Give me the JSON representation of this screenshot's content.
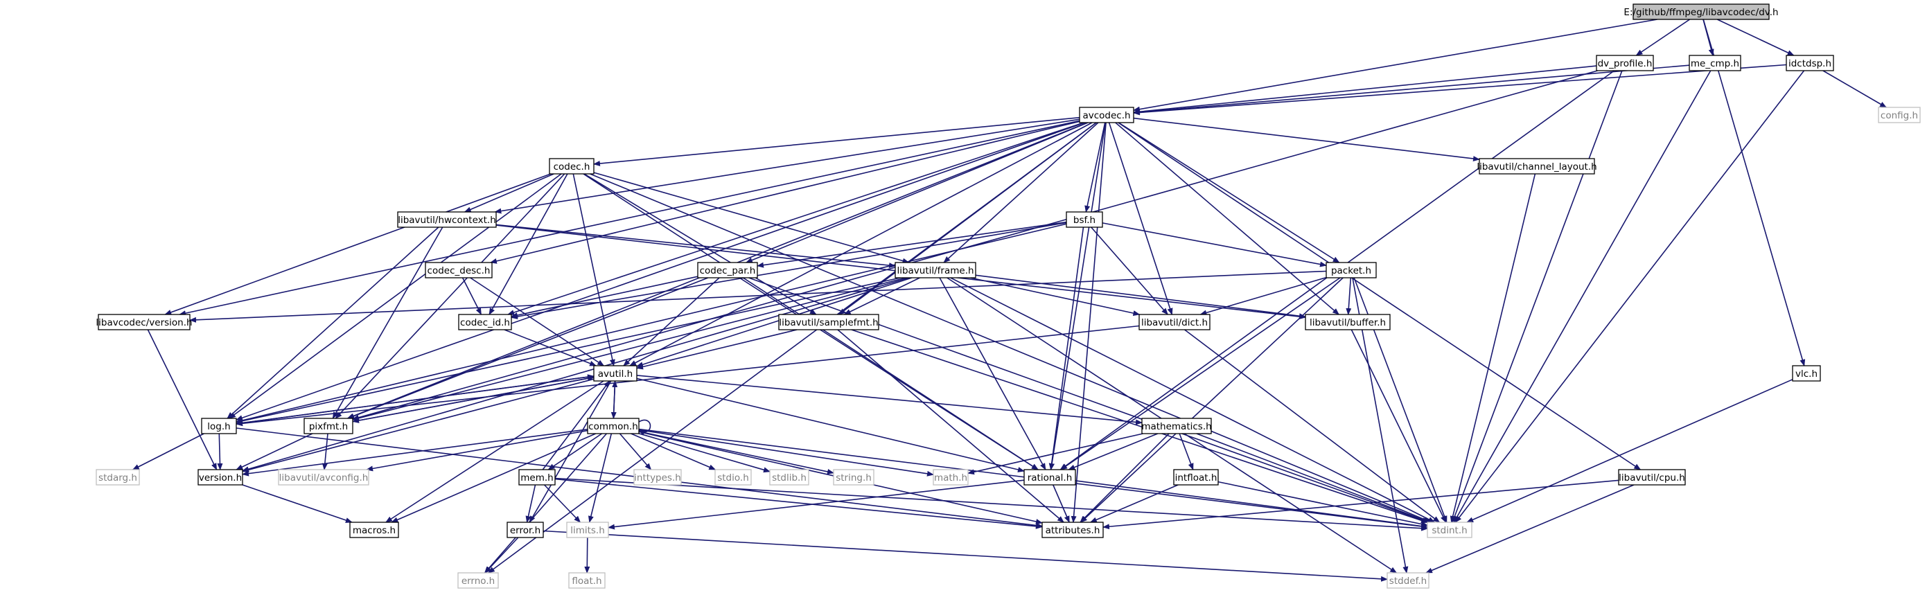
{
  "colors": {
    "edge": "#191970",
    "node_border": "#000000",
    "external_border": "#bfbfbf",
    "external_text": "#7f7f7f",
    "root_fill": "#bfbfbf",
    "node_fill": "#ffffff",
    "text": "#000000"
  },
  "root": "E:/github/ffmpeg/libavcodec/dv.h",
  "nodes": [
    {
      "id": "dv",
      "label": "E:/github/ffmpeg/libavcodec/dv.h",
      "kind": "root"
    },
    {
      "id": "dv_profile",
      "label": "dv_profile.h",
      "kind": "doc"
    },
    {
      "id": "me_cmp",
      "label": "me_cmp.h",
      "kind": "doc"
    },
    {
      "id": "idctdsp",
      "label": "idctdsp.h",
      "kind": "doc"
    },
    {
      "id": "config",
      "label": "config.h",
      "kind": "ext"
    },
    {
      "id": "avcodec",
      "label": "avcodec.h",
      "kind": "doc"
    },
    {
      "id": "codec",
      "label": "codec.h",
      "kind": "doc"
    },
    {
      "id": "channel_layout",
      "label": "libavutil/channel_layout.h",
      "kind": "doc"
    },
    {
      "id": "hwcontext",
      "label": "libavutil/hwcontext.h",
      "kind": "doc"
    },
    {
      "id": "bsf",
      "label": "bsf.h",
      "kind": "doc"
    },
    {
      "id": "codec_desc",
      "label": "codec_desc.h",
      "kind": "doc"
    },
    {
      "id": "codec_par",
      "label": "codec_par.h",
      "kind": "doc"
    },
    {
      "id": "frame",
      "label": "libavutil/frame.h",
      "kind": "doc"
    },
    {
      "id": "packet",
      "label": "packet.h",
      "kind": "doc"
    },
    {
      "id": "lavc_version",
      "label": "libavcodec/version.h",
      "kind": "doc"
    },
    {
      "id": "codec_id",
      "label": "codec_id.h",
      "kind": "doc"
    },
    {
      "id": "samplefmt",
      "label": "libavutil/samplefmt.h",
      "kind": "doc"
    },
    {
      "id": "dict",
      "label": "libavutil/dict.h",
      "kind": "doc"
    },
    {
      "id": "buffer",
      "label": "libavutil/buffer.h",
      "kind": "doc"
    },
    {
      "id": "avutil",
      "label": "avutil.h",
      "kind": "doc"
    },
    {
      "id": "vlc",
      "label": "vlc.h",
      "kind": "doc"
    },
    {
      "id": "log",
      "label": "log.h",
      "kind": "doc"
    },
    {
      "id": "pixfmt",
      "label": "pixfmt.h",
      "kind": "doc"
    },
    {
      "id": "common",
      "label": "common.h",
      "kind": "doc"
    },
    {
      "id": "mathematics",
      "label": "mathematics.h",
      "kind": "doc"
    },
    {
      "id": "stdarg",
      "label": "stdarg.h",
      "kind": "ext"
    },
    {
      "id": "version",
      "label": "version.h",
      "kind": "doc"
    },
    {
      "id": "avconfig",
      "label": "libavutil/avconfig.h",
      "kind": "ext"
    },
    {
      "id": "mem",
      "label": "mem.h",
      "kind": "doc"
    },
    {
      "id": "inttypes",
      "label": "inttypes.h",
      "kind": "ext"
    },
    {
      "id": "stdio",
      "label": "stdio.h",
      "kind": "ext"
    },
    {
      "id": "stdlib",
      "label": "stdlib.h",
      "kind": "ext"
    },
    {
      "id": "string",
      "label": "string.h",
      "kind": "ext"
    },
    {
      "id": "math",
      "label": "math.h",
      "kind": "ext"
    },
    {
      "id": "rational",
      "label": "rational.h",
      "kind": "doc"
    },
    {
      "id": "intfloat",
      "label": "intfloat.h",
      "kind": "doc"
    },
    {
      "id": "cpu",
      "label": "libavutil/cpu.h",
      "kind": "doc"
    },
    {
      "id": "macros",
      "label": "macros.h",
      "kind": "doc"
    },
    {
      "id": "error",
      "label": "error.h",
      "kind": "doc"
    },
    {
      "id": "limits",
      "label": "limits.h",
      "kind": "ext"
    },
    {
      "id": "attributes",
      "label": "attributes.h",
      "kind": "doc"
    },
    {
      "id": "stdint",
      "label": "stdint.h",
      "kind": "ext"
    },
    {
      "id": "float",
      "label": "float.h",
      "kind": "ext"
    },
    {
      "id": "errno",
      "label": "errno.h",
      "kind": "ext"
    },
    {
      "id": "stddef",
      "label": "stddef.h",
      "kind": "ext"
    }
  ],
  "edges": [
    [
      "dv",
      "dv_profile"
    ],
    [
      "dv",
      "me_cmp"
    ],
    [
      "dv",
      "idctdsp"
    ],
    [
      "dv",
      "avcodec"
    ],
    [
      "dv",
      "vlc"
    ],
    [
      "dv_profile",
      "avcodec"
    ],
    [
      "dv_profile",
      "pixfmt"
    ],
    [
      "dv_profile",
      "rational"
    ],
    [
      "dv_profile",
      "stdint"
    ],
    [
      "me_cmp",
      "avcodec"
    ],
    [
      "me_cmp",
      "stdint"
    ],
    [
      "idctdsp",
      "avcodec"
    ],
    [
      "idctdsp",
      "config"
    ],
    [
      "idctdsp",
      "stdint"
    ],
    [
      "vlc",
      "stdint"
    ],
    [
      "avcodec",
      "codec"
    ],
    [
      "avcodec",
      "channel_layout"
    ],
    [
      "avcodec",
      "hwcontext"
    ],
    [
      "avcodec",
      "bsf"
    ],
    [
      "avcodec",
      "codec_desc"
    ],
    [
      "avcodec",
      "codec_par"
    ],
    [
      "avcodec",
      "frame"
    ],
    [
      "avcodec",
      "packet"
    ],
    [
      "avcodec",
      "lavc_version"
    ],
    [
      "avcodec",
      "codec_id"
    ],
    [
      "avcodec",
      "samplefmt"
    ],
    [
      "avcodec",
      "dict"
    ],
    [
      "avcodec",
      "buffer"
    ],
    [
      "avcodec",
      "avutil"
    ],
    [
      "avcodec",
      "log"
    ],
    [
      "avcodec",
      "pixfmt"
    ],
    [
      "avcodec",
      "rational"
    ],
    [
      "avcodec",
      "attributes"
    ],
    [
      "avcodec",
      "cpu"
    ],
    [
      "avcodec",
      "errno"
    ],
    [
      "codec",
      "hwcontext"
    ],
    [
      "codec",
      "frame"
    ],
    [
      "codec",
      "lavc_version"
    ],
    [
      "codec",
      "codec_id"
    ],
    [
      "codec",
      "samplefmt"
    ],
    [
      "codec",
      "avutil"
    ],
    [
      "codec",
      "log"
    ],
    [
      "codec",
      "pixfmt"
    ],
    [
      "codec",
      "rational"
    ],
    [
      "codec",
      "stdint"
    ],
    [
      "channel_layout",
      "stdint"
    ],
    [
      "hwcontext",
      "frame"
    ],
    [
      "hwcontext",
      "buffer"
    ],
    [
      "hwcontext",
      "log"
    ],
    [
      "hwcontext",
      "pixfmt"
    ],
    [
      "bsf",
      "codec_par"
    ],
    [
      "bsf",
      "codec_id"
    ],
    [
      "bsf",
      "packet"
    ],
    [
      "bsf",
      "dict"
    ],
    [
      "bsf",
      "log"
    ],
    [
      "bsf",
      "rational"
    ],
    [
      "codec_desc",
      "codec_id"
    ],
    [
      "codec_desc",
      "avutil"
    ],
    [
      "codec_par",
      "codec_id"
    ],
    [
      "codec_par",
      "avutil"
    ],
    [
      "codec_par",
      "pixfmt"
    ],
    [
      "codec_par",
      "rational"
    ],
    [
      "codec_par",
      "stdint"
    ],
    [
      "frame",
      "samplefmt"
    ],
    [
      "frame",
      "dict"
    ],
    [
      "frame",
      "buffer"
    ],
    [
      "frame",
      "avutil"
    ],
    [
      "frame",
      "log"
    ],
    [
      "frame",
      "pixfmt"
    ],
    [
      "frame",
      "rational"
    ],
    [
      "frame",
      "stdint"
    ],
    [
      "frame",
      "stddef"
    ],
    [
      "frame",
      "version"
    ],
    [
      "packet",
      "lavc_version"
    ],
    [
      "packet",
      "dict"
    ],
    [
      "packet",
      "buffer"
    ],
    [
      "packet",
      "rational"
    ],
    [
      "packet",
      "attributes"
    ],
    [
      "packet",
      "stdint"
    ],
    [
      "packet",
      "stddef"
    ],
    [
      "lavc_version",
      "version"
    ],
    [
      "codec_id",
      "avutil"
    ],
    [
      "samplefmt",
      "avutil"
    ],
    [
      "samplefmt",
      "attributes"
    ],
    [
      "samplefmt",
      "stdint"
    ],
    [
      "dict",
      "stdint"
    ],
    [
      "dict",
      "log"
    ],
    [
      "buffer",
      "stdint"
    ],
    [
      "avutil",
      "common"
    ],
    [
      "avutil",
      "mathematics"
    ],
    [
      "avutil",
      "rational"
    ],
    [
      "avutil",
      "log"
    ],
    [
      "avutil",
      "pixfmt"
    ],
    [
      "avutil",
      "version"
    ],
    [
      "avutil",
      "error"
    ],
    [
      "avutil",
      "macros"
    ],
    [
      "log",
      "stdarg"
    ],
    [
      "log",
      "version"
    ],
    [
      "log",
      "attributes"
    ],
    [
      "log",
      "avutil"
    ],
    [
      "pixfmt",
      "version"
    ],
    [
      "pixfmt",
      "avconfig"
    ],
    [
      "pixfmt",
      "avutil"
    ],
    [
      "version",
      "macros"
    ],
    [
      "common",
      "version"
    ],
    [
      "common",
      "avconfig"
    ],
    [
      "common",
      "mem"
    ],
    [
      "common",
      "inttypes"
    ],
    [
      "common",
      "stdio"
    ],
    [
      "common",
      "stdlib"
    ],
    [
      "common",
      "string"
    ],
    [
      "common",
      "math"
    ],
    [
      "common",
      "limits"
    ],
    [
      "common",
      "attributes"
    ],
    [
      "common",
      "macros"
    ],
    [
      "common",
      "errno"
    ],
    [
      "common",
      "stdint"
    ],
    [
      "common",
      "avutil"
    ],
    [
      "common",
      "common"
    ],
    [
      "mathematics",
      "math"
    ],
    [
      "mathematics",
      "rational"
    ],
    [
      "mathematics",
      "intfloat"
    ],
    [
      "mathematics",
      "attributes"
    ],
    [
      "mathematics",
      "stdint"
    ],
    [
      "rational",
      "limits"
    ],
    [
      "rational",
      "attributes"
    ],
    [
      "rational",
      "stdint"
    ],
    [
      "intfloat",
      "attributes"
    ],
    [
      "intfloat",
      "stdint"
    ],
    [
      "mem",
      "error"
    ],
    [
      "mem",
      "limits"
    ],
    [
      "mem",
      "attributes"
    ],
    [
      "mem",
      "stdint"
    ],
    [
      "mem",
      "avutil"
    ],
    [
      "error",
      "errno"
    ],
    [
      "error",
      "stddef"
    ],
    [
      "limits",
      "float"
    ],
    [
      "cpu",
      "attributes"
    ],
    [
      "cpu",
      "stddef"
    ]
  ]
}
